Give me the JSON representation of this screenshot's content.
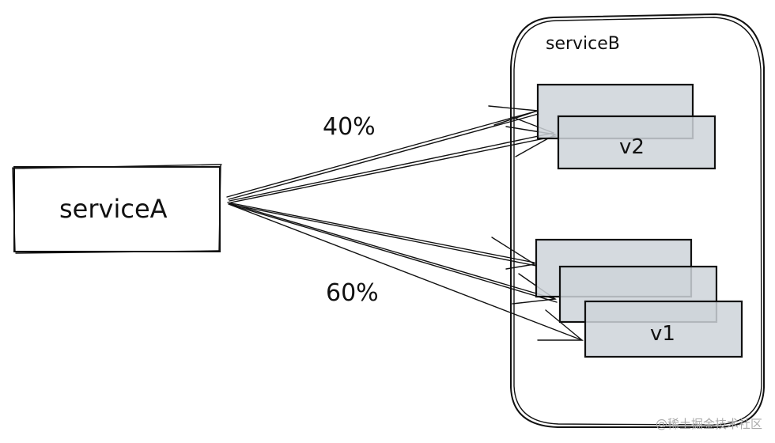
{
  "diagram": {
    "service_a": {
      "label": "serviceA"
    },
    "service_b": {
      "label": "serviceB",
      "groups": [
        {
          "version": "v2",
          "label": "v2",
          "instances": 2,
          "traffic_label": "40%"
        },
        {
          "version": "v1",
          "label": "v1",
          "instances": 3,
          "traffic_label": "60%"
        }
      ]
    },
    "colors": {
      "stroke": "#111111",
      "instance_fill": "#ced3d9",
      "background": "#ffffff"
    }
  },
  "watermark": "@稀土掘金技术社区"
}
